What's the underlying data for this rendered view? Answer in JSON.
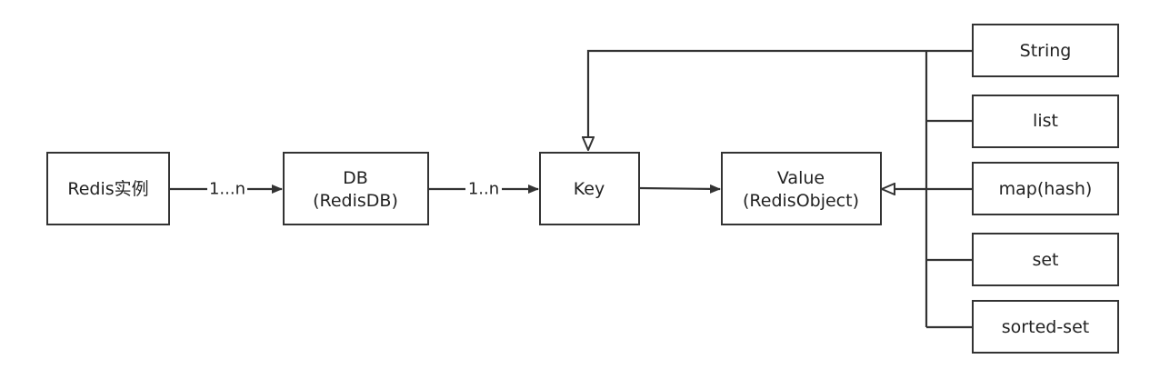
{
  "nodes": {
    "redis_instance": {
      "label": "Redis实例"
    },
    "db": {
      "line1": "DB",
      "line2": "(RedisDB)"
    },
    "key": {
      "label": "Key"
    },
    "value": {
      "line1": "Value",
      "line2": "(RedisObject)"
    },
    "types": {
      "string": "String",
      "list": "list",
      "map_hash": "map(hash)",
      "set": "set",
      "sorted_set": "sorted-set"
    }
  },
  "edges": {
    "instance_to_db": "1...n",
    "db_to_key": "1..n"
  },
  "colors": {
    "stroke": "#333333",
    "text": "#222222",
    "background": "#ffffff"
  }
}
